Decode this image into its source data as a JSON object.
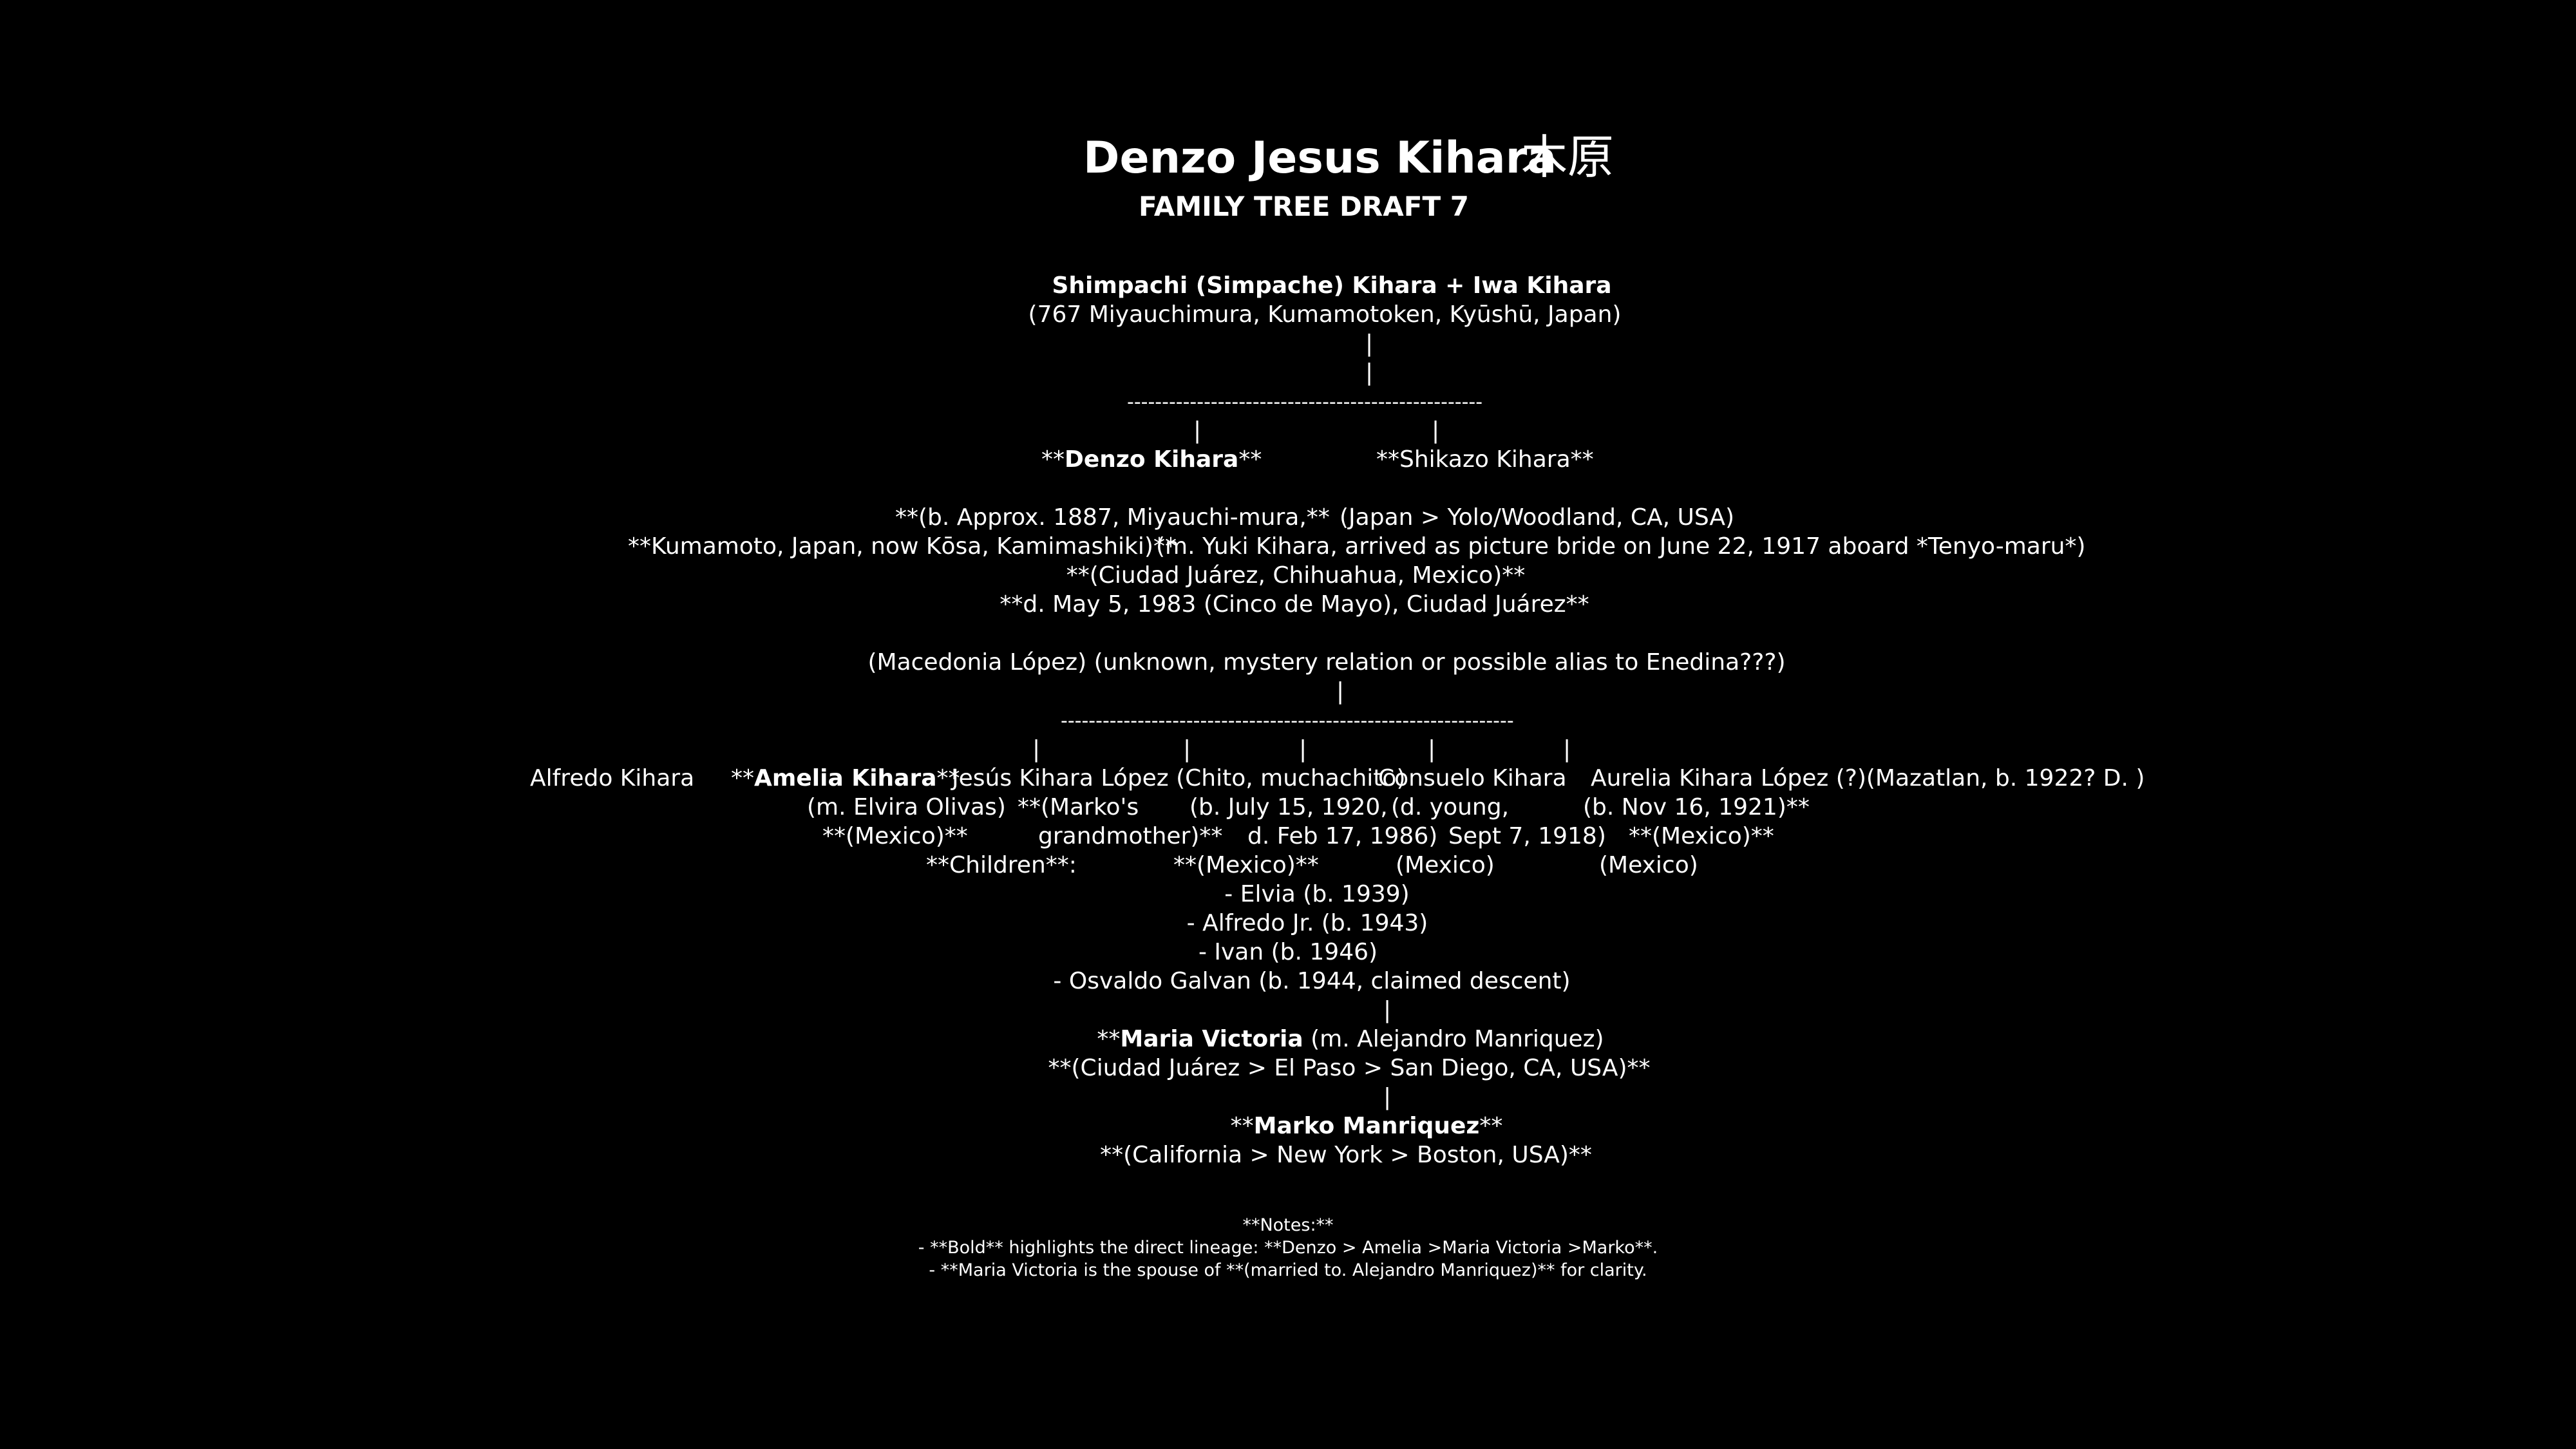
{
  "title": {
    "name": "Denzo Jesus Kihara",
    "kanji": "木原",
    "subtitle": "FAMILY TREE DRAFT 7"
  },
  "tree": {
    "parents": {
      "names": "Shimpachi (Simpache) Kihara + Iwa Kihara",
      "origin": "(767 Miyauchimura, Kumamotoken, Kyūshū, Japan)"
    },
    "bars": {
      "single": "|",
      "hline_top": "---------------------------------------------------",
      "hline_mid": "-----------------------------------------------------------------"
    },
    "gen1": {
      "denzo_prefix": "**",
      "denzo_name": "Denzo Kihara",
      "denzo_suffix": "**",
      "shikazo": "**Shikazo Kihara**",
      "denzo_birth": "**(b. Approx. 1887, Miyauchi-mura,**",
      "shikazo_route": "(Japan > Yolo/Woodland, CA, USA)",
      "denzo_place": "**Kumamoto, Japan, now Kōsa, Kamimashiki)**",
      "shikazo_marriage": "(m. Yuki Kihara, arrived as picture bride on June 22, 1917 aboard *Tenyo-maru*)",
      "denzo_residence": "**(Ciudad Juárez, Chihuahua, Mexico)**",
      "denzo_death": "**d. May 5, 1983 (Cinco de Mayo), Ciudad Juárez**",
      "macedonia": "(Macedonia López) (unknown, mystery relation or possible alias to Enedina???)"
    },
    "gen2": {
      "alfredo": "Alfredo Kihara",
      "amelia_prefix": "**",
      "amelia_name": "Amelia Kihara",
      "amelia_suffix": "**",
      "jesus": "Jesús Kihara López (Chito, muchachito)",
      "consuelo": "Consuelo Kihara",
      "aurelia": "Aurelia Kihara López (?)(Mazatlan, b. 1922? D. )",
      "row1_a": "(m. Elvira Olivas)",
      "row1_b": "**(Marko's",
      "row1_c": "(b. July 15, 1920,",
      "row1_d": "(d. young,",
      "row1_e": "(b. Nov 16, 1921)**",
      "row2_a": "**(Mexico)**",
      "row2_b": "grandmother)**",
      "row2_c": "d. Feb 17, 1986)",
      "row2_d": "Sept 7, 1918)",
      "row2_e": "**(Mexico)**",
      "row3_a": "**Children**:",
      "row3_b": "**(Mexico)**",
      "row3_c": "(Mexico)",
      "row3_d": "(Mexico)"
    },
    "children": [
      "- Elvia (b. 1939)",
      "- Alfredo Jr. (b. 1943)",
      "- Ivan (b. 1946)",
      "- Osvaldo Galvan (b. 1944, claimed descent)"
    ],
    "gen3": {
      "maria_prefix": "**",
      "maria_name": "Maria Victoria",
      "maria_rest": " (m. Alejandro Manriquez)",
      "maria_route": "**(Ciudad Juárez > El Paso > San Diego, CA, USA)**",
      "marko_prefix": "**",
      "marko_name": "Marko Manriquez",
      "marko_suffix": "**",
      "marko_route": "**(California > New York > Boston, USA)**"
    }
  },
  "notes": {
    "heading": "**Notes:**",
    "line1": "- **Bold** highlights the direct lineage: **Denzo > Amelia >Maria Victoria >Marko**.",
    "line2": "- **Maria Victoria is the spouse of **(married to. Alejandro Manriquez)** for clarity."
  }
}
